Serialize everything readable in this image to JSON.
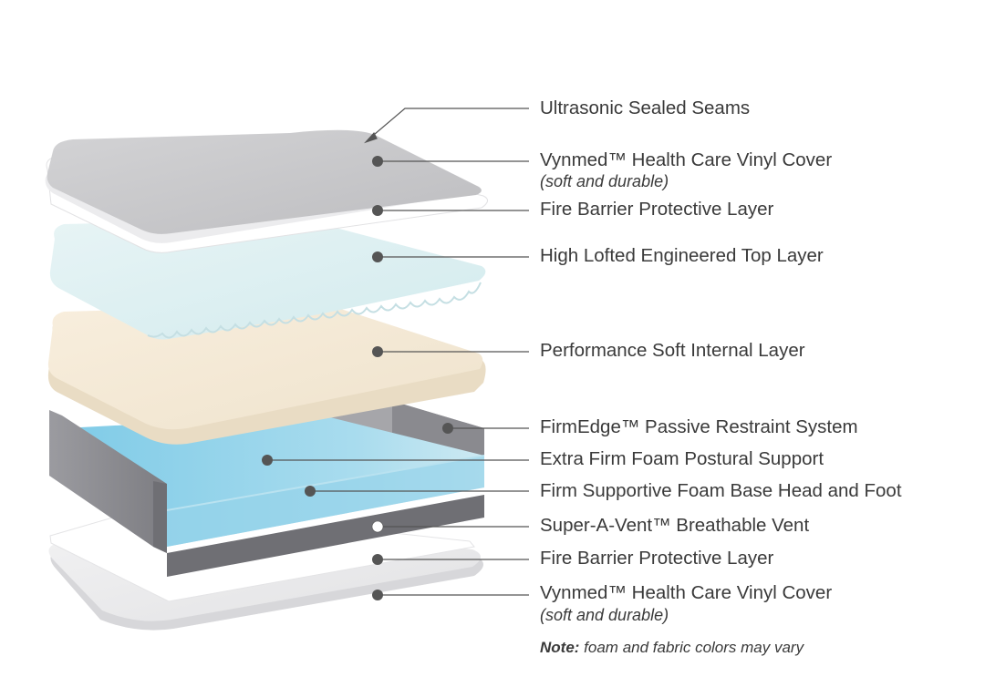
{
  "layers": [
    {
      "id": "seams",
      "label": "Ultrasonic Sealed Seams",
      "note": ""
    },
    {
      "id": "top-cover",
      "label": "Vynmed™ Health Care Vinyl Cover",
      "note": "(soft and durable)"
    },
    {
      "id": "top-fire-barrier",
      "label": "Fire Barrier Protective Layer",
      "note": ""
    },
    {
      "id": "top-layer",
      "label": "High Lofted Engineered Top Layer",
      "note": ""
    },
    {
      "id": "soft-internal",
      "label": "Performance Soft Internal Layer",
      "note": ""
    },
    {
      "id": "firmedge",
      "label": "FirmEdge™ Passive Restraint System",
      "note": ""
    },
    {
      "id": "extra-firm",
      "label": "Extra Firm Foam Postural Support",
      "note": ""
    },
    {
      "id": "base-foam",
      "label": "Firm Supportive Foam Base Head and Foot",
      "note": ""
    },
    {
      "id": "vent",
      "label": "Super-A-Vent™ Breathable Vent",
      "note": ""
    },
    {
      "id": "bottom-fire-barrier",
      "label": "Fire Barrier Protective Layer",
      "note": ""
    },
    {
      "id": "bottom-cover",
      "label": "Vynmed™ Health Care Vinyl Cover",
      "note": "(soft and durable)"
    }
  ],
  "footnote": {
    "prefix": "Note:",
    "text": " foam and fabric colors may vary"
  },
  "colors": {
    "text": "#3a3a3a",
    "leader": "#555555",
    "cover": "#c9c9cb",
    "fire_barrier": "#f4f4f4",
    "top_layer": "#dff0f2",
    "soft_layer": "#f6ecd9",
    "foam": "#8fd1ea",
    "firmedge": "#8e8e92",
    "vent_strip": "#6c6c70"
  }
}
